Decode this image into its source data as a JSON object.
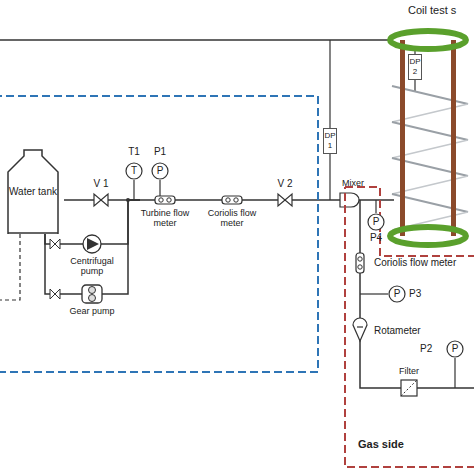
{
  "diagram": {
    "nodes": [
      {
        "text": [
          "Water tank"
        ]
      },
      {
        "text": [
          "V 1"
        ]
      },
      {
        "text": [
          "T1",
          "T"
        ]
      },
      {
        "text": [
          "P1",
          "P"
        ]
      },
      {
        "text": [
          "Turbine flow meter"
        ]
      },
      {
        "text": [
          "Coriolis flow meter"
        ]
      },
      {
        "text": [
          "V 2"
        ]
      },
      {
        "text": [
          "Centrifugal pump"
        ]
      },
      {
        "text": [
          "Gear pump"
        ]
      },
      {
        "text": [
          "DP 1"
        ]
      },
      {
        "text": [
          "DP 2"
        ]
      },
      {
        "text": [
          "Coil test s"
        ]
      },
      {
        "text": [
          "Mixer"
        ]
      },
      {
        "text": [
          "Gas side"
        ]
      },
      {
        "text": [
          "P",
          "P4"
        ],
        "in": 13
      },
      {
        "text": [
          "Coriolis flow meter"
        ],
        "in": 13
      },
      {
        "text": [
          "P",
          "P3"
        ],
        "in": 13
      },
      {
        "text": [
          "Rotameter"
        ],
        "in": 13
      },
      {
        "text": [
          "P2",
          "P"
        ],
        "in": 13
      },
      {
        "text": [
          "Filter"
        ],
        "in": 13
      }
    ],
    "edges": [
      {
        "from": 0,
        "to": 1,
        "arrow": "none"
      },
      {
        "from": 1,
        "to": 4,
        "arrow": "none"
      },
      {
        "from": 4,
        "to": 5,
        "arrow": "none"
      },
      {
        "from": 5,
        "to": 6,
        "arrow": "none"
      },
      {
        "from": 6,
        "to": 12,
        "arrow": "none"
      },
      {
        "from": 12,
        "to": 11,
        "arrow": "none"
      },
      {
        "from": 0,
        "to": 7,
        "arrow": "none"
      },
      {
        "from": 0,
        "to": 8,
        "arrow": "none"
      },
      {
        "from": 7,
        "to": 4,
        "arrow": "none"
      },
      {
        "from": 8,
        "to": 4,
        "arrow": "none"
      },
      {
        "from": 15,
        "to": 12,
        "arrow": "none"
      },
      {
        "from": 17,
        "to": 15,
        "arrow": "none"
      },
      {
        "from": 19,
        "to": 17,
        "arrow": "none"
      }
    ]
  }
}
